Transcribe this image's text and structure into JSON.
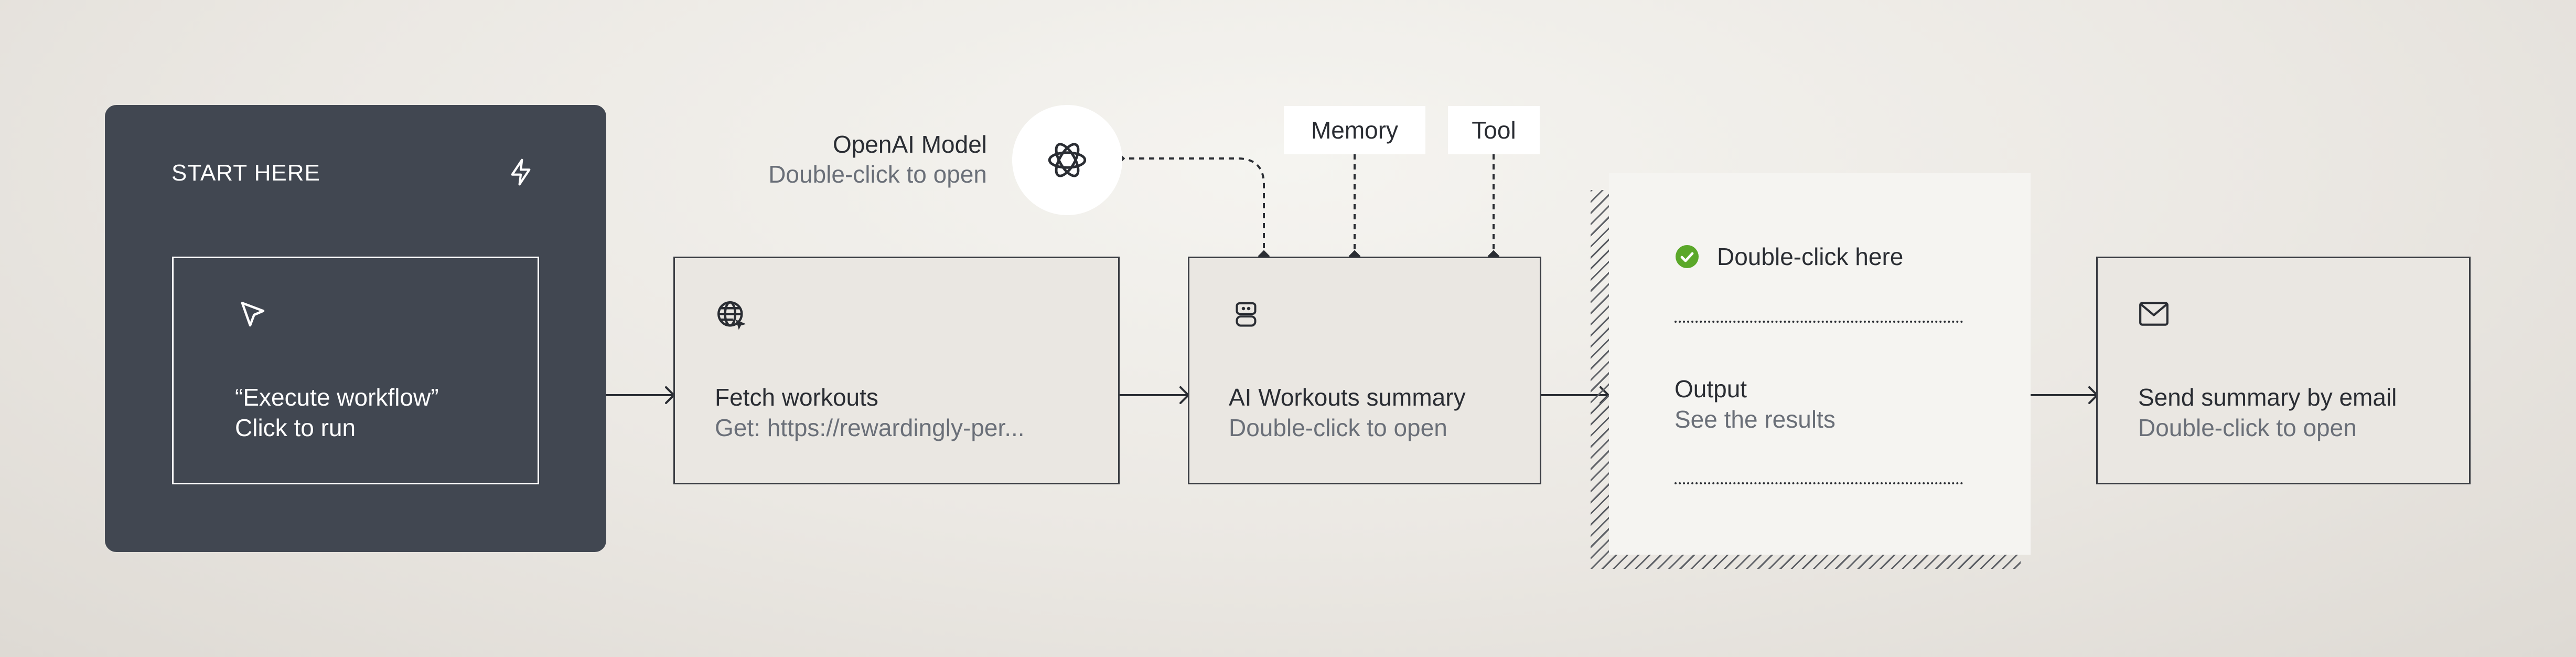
{
  "start": {
    "title": "START HERE",
    "trigger_line1": "“Execute workflow”",
    "trigger_line2": "Click to run"
  },
  "fetch": {
    "title": "Fetch workouts",
    "subtitle": "Get: https://rewardingly-per..."
  },
  "model": {
    "name": "OpenAI Model",
    "subtitle": "Double-click to open"
  },
  "agent": {
    "title": "AI Workouts summary",
    "subtitle": "Double-click to open"
  },
  "tags": {
    "memory": "Memory",
    "tool": "Tool"
  },
  "output": {
    "hint": "Double-click here",
    "title": "Output",
    "subtitle": "See the results"
  },
  "email": {
    "title": "Send summary by email",
    "subtitle": "Double-click to open"
  },
  "icons": [
    "lightning-bolt-icon",
    "cursor-pointer-icon",
    "globe-cursor-icon",
    "openai-logo-icon",
    "robot-icon",
    "check-circle-icon",
    "envelope-icon"
  ],
  "colors": {
    "start_panel": "#414751",
    "node_border": "#3a3d43",
    "muted_text": "#6a6f78",
    "check_green": "#5ba82a",
    "output_panel": "#f5f4f1"
  }
}
